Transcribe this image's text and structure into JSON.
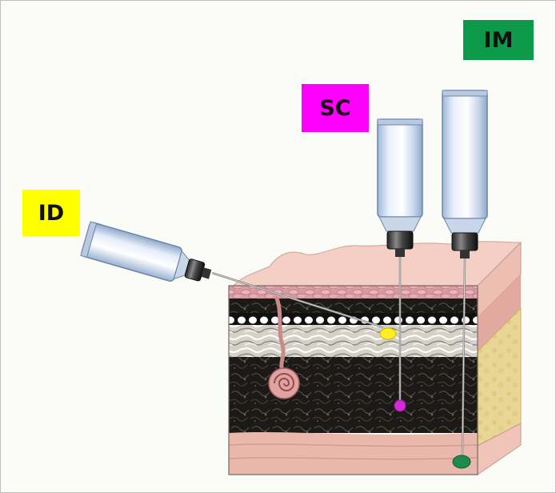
{
  "labels": {
    "id": "ID",
    "sc": "SC",
    "im": "IM"
  },
  "colors": {
    "id": "#ffff00",
    "sc": "#ff00ff",
    "im": "#0c9a4a",
    "skin_surface": "#f4cfc4",
    "fat_side": "#e9d89a",
    "dark_layer": "#1b1a17"
  }
}
